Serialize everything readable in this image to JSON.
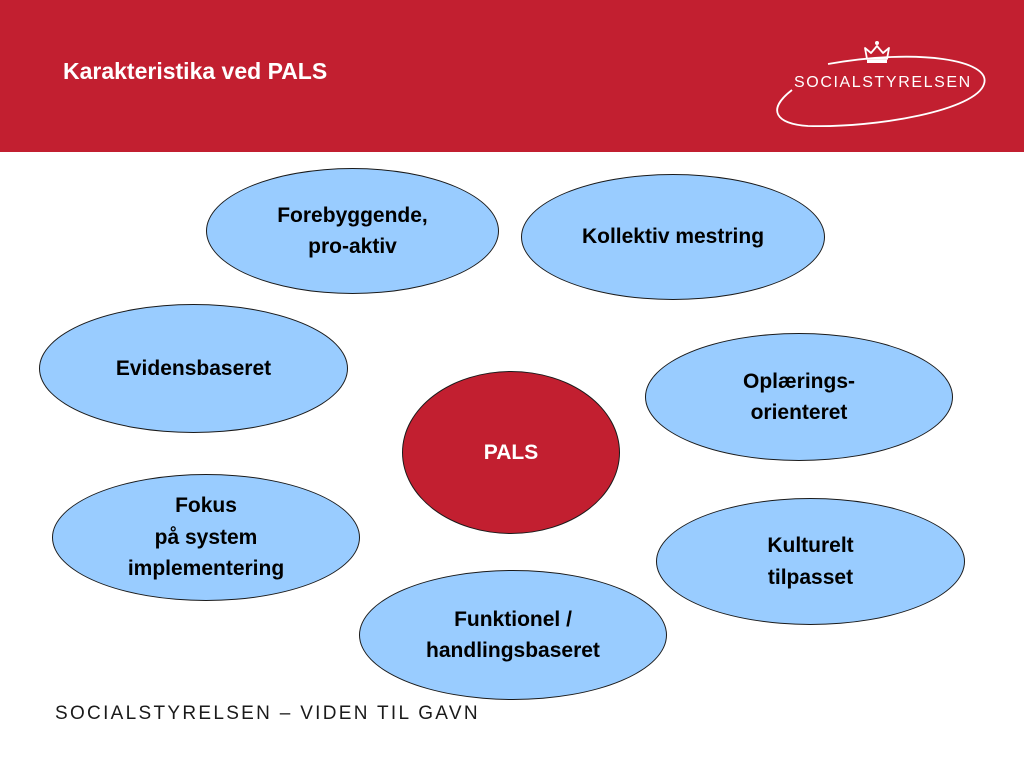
{
  "header": {
    "title": "Karakteristika ved PALS",
    "logo_text": "SOCIALSTYRELSEN"
  },
  "diagram": {
    "center": "PALS",
    "nodes": [
      "Forebyggende,\npro-aktiv",
      "Kollektiv mestring",
      "Evidensbaseret",
      "Oplærings-\norienteret",
      "Fokus\npå system\nimplementering",
      "Kulturelt\ntilpasset",
      "Funktionel /\nhandlingsbaseret"
    ]
  },
  "colors": {
    "brand_red": "#c21f30",
    "bubble_blue": "#99ccff"
  },
  "footer": {
    "brand": "SOCIALSTYRELSEN",
    "tagline": " – VIDEN TIL GAVN"
  }
}
